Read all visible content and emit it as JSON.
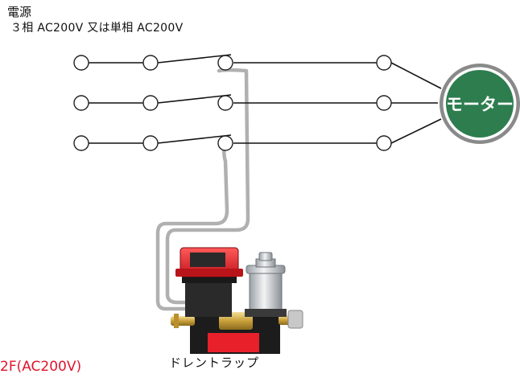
{
  "power": {
    "title": "電源",
    "spec": "３相 AC200V 又は単相 AC200V"
  },
  "motor": {
    "label": "モーター",
    "color": "#2e7d4f",
    "ring_color": "#8a8a8a"
  },
  "device": {
    "label": "ドレントラップ",
    "model": "2F(AC200V)",
    "model_color": "#e0142c",
    "accent_color": "#e8202a"
  }
}
